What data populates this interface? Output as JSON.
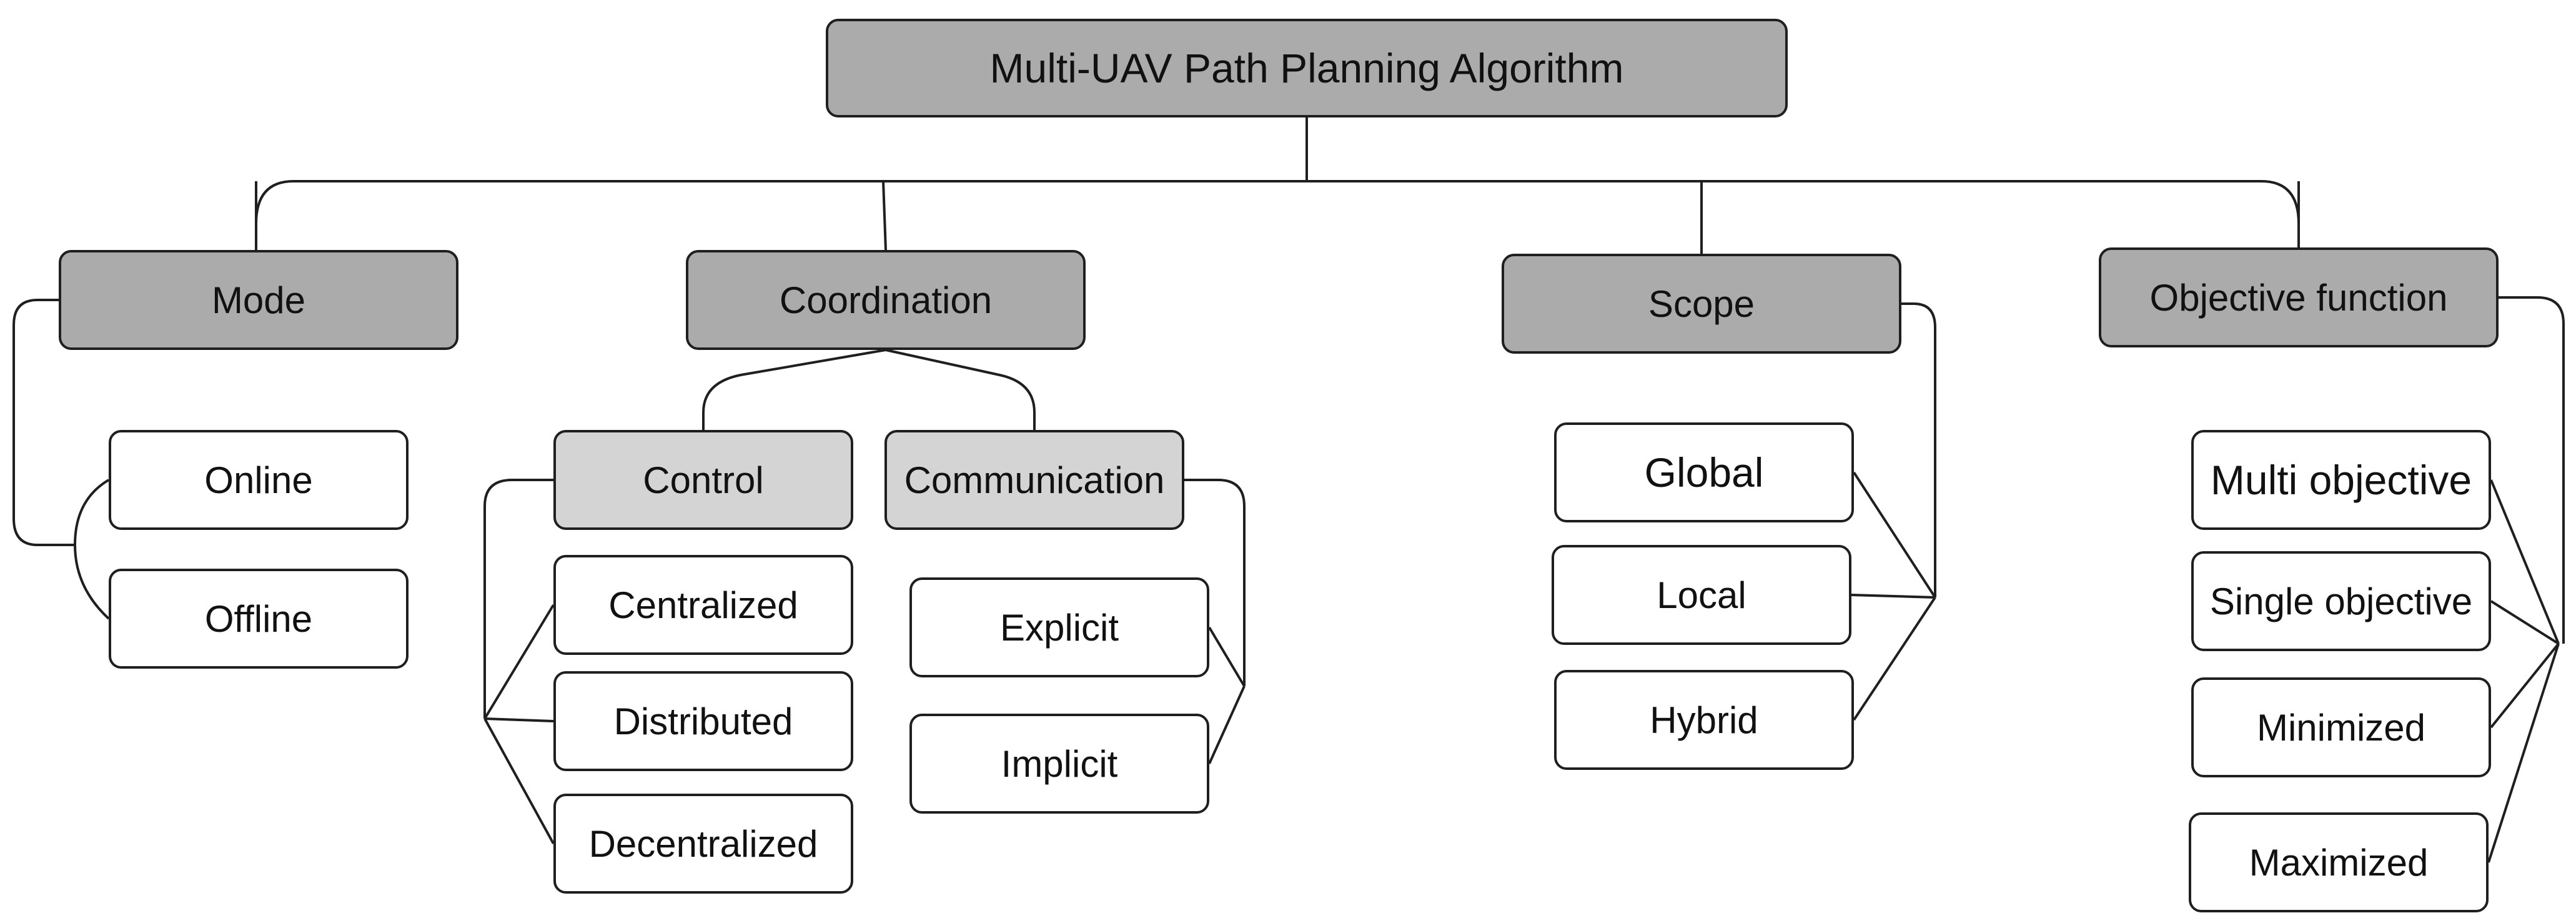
{
  "colors": {
    "line": "#1f1f1f",
    "category_fill": "#ababab",
    "subcategory_fill": "#d4d4d4",
    "leaf_fill": "#ffffff"
  },
  "root": "Multi-UAV Path Planning Algorithm",
  "mode": {
    "label": "Mode",
    "items": [
      "Online",
      "Offline"
    ]
  },
  "coordination": {
    "label": "Coordination",
    "control": {
      "label": "Control",
      "items": [
        "Centralized",
        "Distributed",
        "Decentralized"
      ]
    },
    "communication": {
      "label": "Communication",
      "items": [
        "Explicit",
        "Implicit"
      ]
    }
  },
  "scope": {
    "label": "Scope",
    "items": [
      "Global",
      "Local",
      "Hybrid"
    ]
  },
  "objective": {
    "label": "Objective function",
    "items": [
      "Multi objective",
      "Single objective",
      "Minimized",
      "Maximized"
    ]
  }
}
